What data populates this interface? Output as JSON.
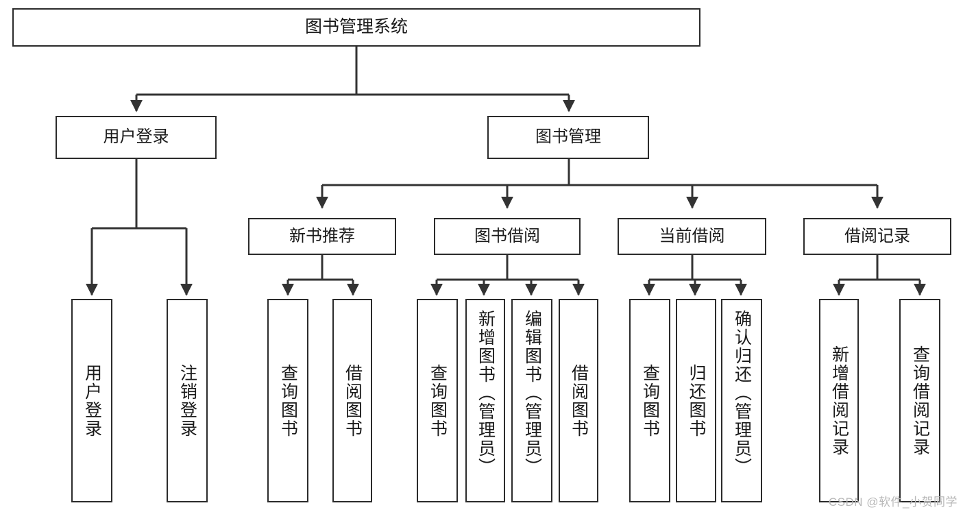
{
  "diagram": {
    "title": "图书管理系统",
    "type": "hierarchy-tree",
    "watermark": "CSDN @软件_小贺同学",
    "colors": {
      "box_border": "#2b2b2b",
      "box_fill": "#ffffff",
      "connector": "#333333",
      "text": "#1a1a1a",
      "watermark": "#b8b8b8"
    },
    "nodes": {
      "root": {
        "label": "图书管理系统"
      },
      "level2": [
        {
          "id": "user-login",
          "label": "用户登录"
        },
        {
          "id": "book-management",
          "label": "图书管理"
        }
      ],
      "level3": [
        {
          "id": "new-book-recommend",
          "label": "新书推荐"
        },
        {
          "id": "book-borrow",
          "label": "图书借阅"
        },
        {
          "id": "current-borrow",
          "label": "当前借阅"
        },
        {
          "id": "borrow-record",
          "label": "借阅记录"
        }
      ],
      "leaves": [
        {
          "id": "leaf-user-login",
          "label": "用户登录",
          "parent": "user-login"
        },
        {
          "id": "leaf-logout-login",
          "label": "注销登录",
          "parent": "user-login"
        },
        {
          "id": "leaf-query-book-1",
          "label": "查询图书",
          "parent": "new-book-recommend"
        },
        {
          "id": "leaf-borrow-book-1",
          "label": "借阅图书",
          "parent": "new-book-recommend"
        },
        {
          "id": "leaf-query-book-2",
          "label": "查询图书",
          "parent": "book-borrow"
        },
        {
          "id": "leaf-add-book",
          "label": "新增图书（管理员）",
          "parent": "book-borrow"
        },
        {
          "id": "leaf-edit-book",
          "label": "编辑图书（管理员）",
          "parent": "book-borrow"
        },
        {
          "id": "leaf-borrow-book-2",
          "label": "借阅图书",
          "parent": "book-borrow"
        },
        {
          "id": "leaf-query-book-3",
          "label": "查询图书",
          "parent": "current-borrow"
        },
        {
          "id": "leaf-return-book",
          "label": "归还图书",
          "parent": "current-borrow"
        },
        {
          "id": "leaf-confirm-return",
          "label": "确认归还（管理员）",
          "parent": "current-borrow"
        },
        {
          "id": "leaf-add-record",
          "label": "新增借阅记录",
          "parent": "borrow-record"
        },
        {
          "id": "leaf-query-record",
          "label": "查询借阅记录",
          "parent": "borrow-record"
        }
      ]
    }
  }
}
